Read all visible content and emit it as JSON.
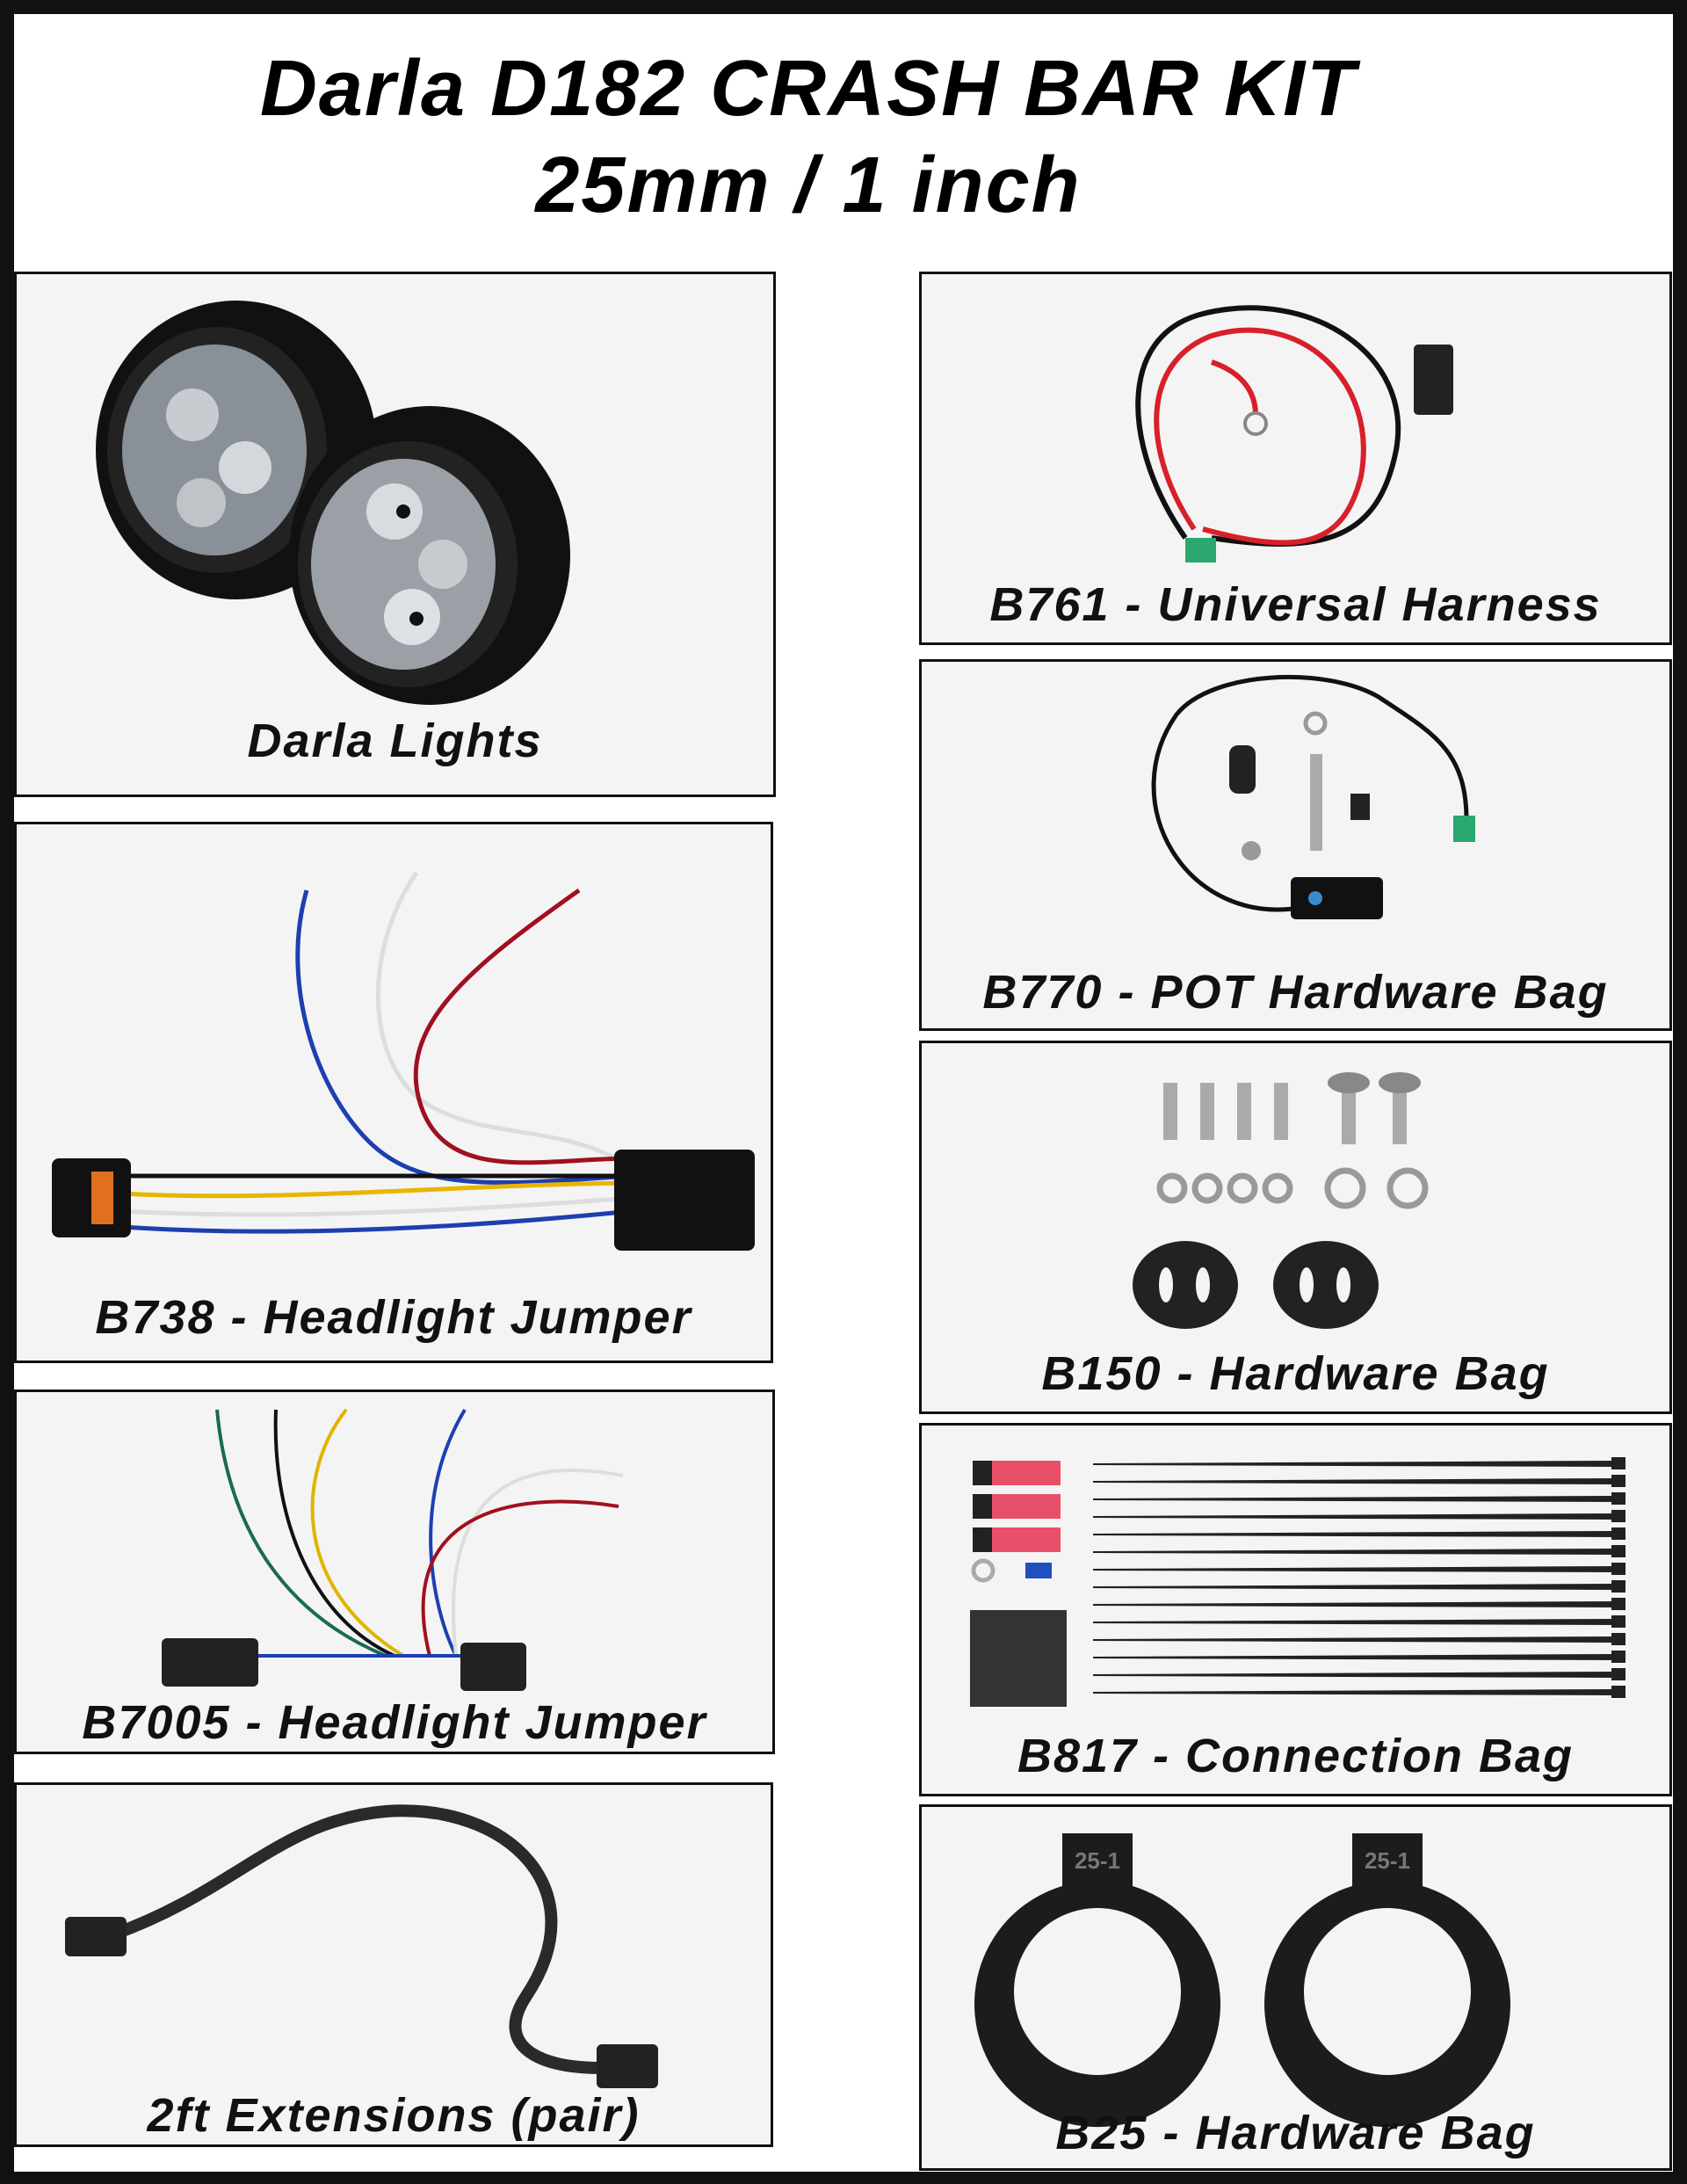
{
  "title": {
    "line1": "Darla D182 CRASH BAR KIT",
    "line2": "25mm / 1 inch"
  },
  "left_panels": [
    {
      "caption": "Darla Lights"
    },
    {
      "caption": "B738 - Headlight Jumper"
    },
    {
      "caption": "B7005 - Headlight Jumper"
    },
    {
      "caption": "2ft Extensions (pair)"
    }
  ],
  "right_panels": [
    {
      "caption": "B761 - Universal Harness"
    },
    {
      "caption": "B770 - POT Hardware Bag"
    },
    {
      "caption": "B150 - Hardware Bag"
    },
    {
      "caption": "B817 - Connection Bag"
    },
    {
      "caption": "B25 - Hardware Bag"
    }
  ],
  "clamp_marking": "25-1"
}
